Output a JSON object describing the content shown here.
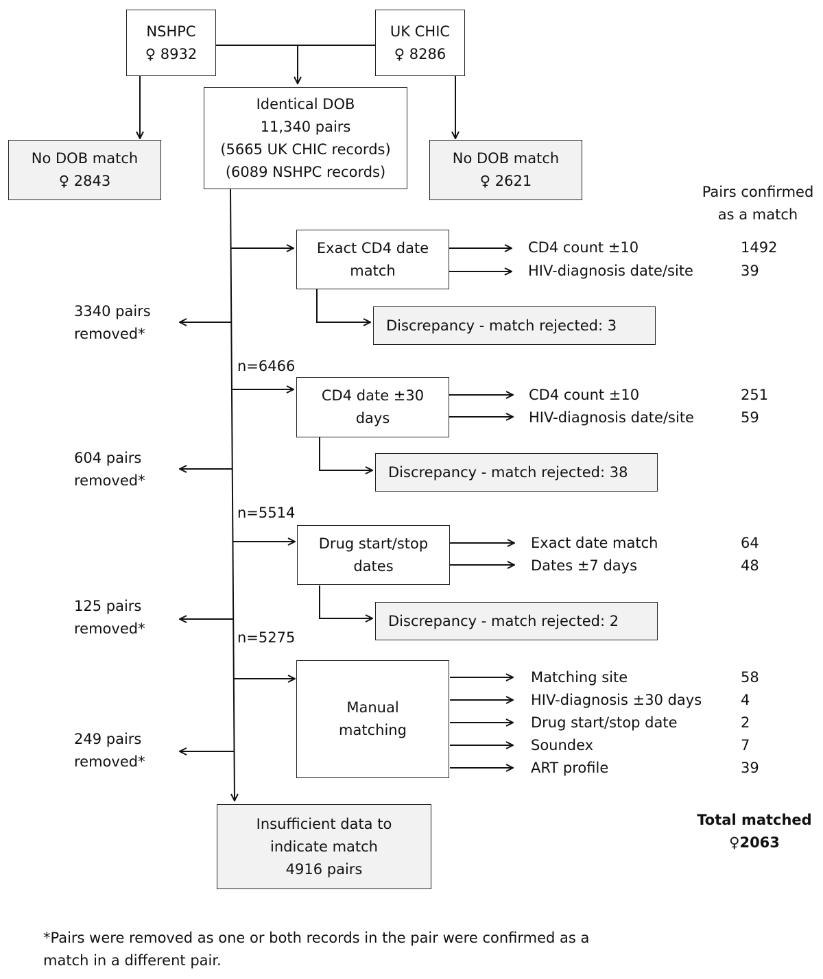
{
  "sources": {
    "nshpc": {
      "name": "NSHPC",
      "count": "♀ 8932"
    },
    "ukchic": {
      "name": "UK CHIC",
      "count": "♀ 8286"
    }
  },
  "no_match_left": {
    "line1": "No DOB match",
    "line2": "♀ 2843"
  },
  "no_match_right": {
    "line1": "No DOB match",
    "line2": "♀ 2621"
  },
  "identical_dob": {
    "line1": "Identical DOB",
    "line2": "11,340 pairs",
    "line3": "(5665 UK CHIC records)",
    "line4": "(6089 NSHPC records)"
  },
  "pairs_confirmed_header": {
    "line1": "Pairs confirmed",
    "line2": "as a match"
  },
  "stages": [
    {
      "line1": "Exact CD4 date",
      "line2": "match",
      "outcomes": [
        {
          "label": "CD4 count ±10",
          "value": "1492"
        },
        {
          "label": "HIV-diagnosis date/site",
          "value": "39"
        }
      ],
      "discrepancy": "Discrepancy - match rejected: 3"
    },
    {
      "line1": "CD4 date ±30",
      "line2": "days",
      "outcomes": [
        {
          "label": "CD4 count ±10",
          "value": "251"
        },
        {
          "label": "HIV-diagnosis date/site",
          "value": "59"
        }
      ],
      "discrepancy": "Discrepancy - match rejected: 38"
    },
    {
      "line1": "Drug start/stop",
      "line2": "dates",
      "outcomes": [
        {
          "label": "Exact date match",
          "value": "64"
        },
        {
          "label": "Dates ±7 days",
          "value": "48"
        }
      ],
      "discrepancy": "Discrepancy - match rejected: 2"
    },
    {
      "line1": "Manual",
      "line2": "matching",
      "outcomes": [
        {
          "label": "Matching site",
          "value": "58"
        },
        {
          "label": "HIV-diagnosis ±30 days",
          "value": "4"
        },
        {
          "label": "Drug start/stop date",
          "value": "2"
        },
        {
          "label": "Soundex",
          "value": "7"
        },
        {
          "label": "ART profile",
          "value": "39"
        }
      ]
    }
  ],
  "removed": [
    {
      "line1": "3340 pairs",
      "line2": "removed*"
    },
    {
      "line1": "604 pairs",
      "line2": "removed*"
    },
    {
      "line1": "125 pairs",
      "line2": "removed*"
    },
    {
      "line1": "249 pairs",
      "line2": "removed*"
    }
  ],
  "n_labels": [
    "n=6466",
    "n=5514",
    "n=5275"
  ],
  "insufficient": {
    "line1": "Insufficient data to",
    "line2": "indicate match",
    "line3": "4916 pairs"
  },
  "total": {
    "line1": "Total matched",
    "line2": "♀2063"
  },
  "footnote": {
    "line1": "*Pairs were removed as one or both records in the pair were confirmed as a",
    "line2": "match in a different pair."
  }
}
